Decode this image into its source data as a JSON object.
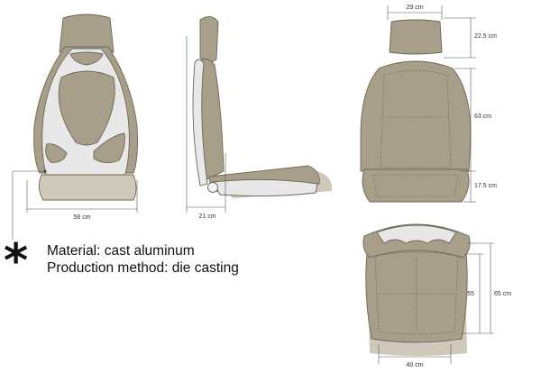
{
  "dimensions": {
    "front_width": "58 cm",
    "side_depth": "21 cm",
    "headrest_width": "29 cm",
    "headrest_height": "22.5 cm",
    "back_height": "63 cm",
    "cushion_height": "17.5 cm",
    "top_depth_inner": "55",
    "top_depth_outer": "65 cm",
    "top_width": "40 cm"
  },
  "notes": {
    "asterisk": "*",
    "material": "Material: cast aluminum",
    "production": "Production method: die casting"
  },
  "colors": {
    "upholstery": "#a89f8a",
    "upholstery_light": "#cfc9bb",
    "frame": "#e8e8e8",
    "outline": "#6e6655"
  }
}
